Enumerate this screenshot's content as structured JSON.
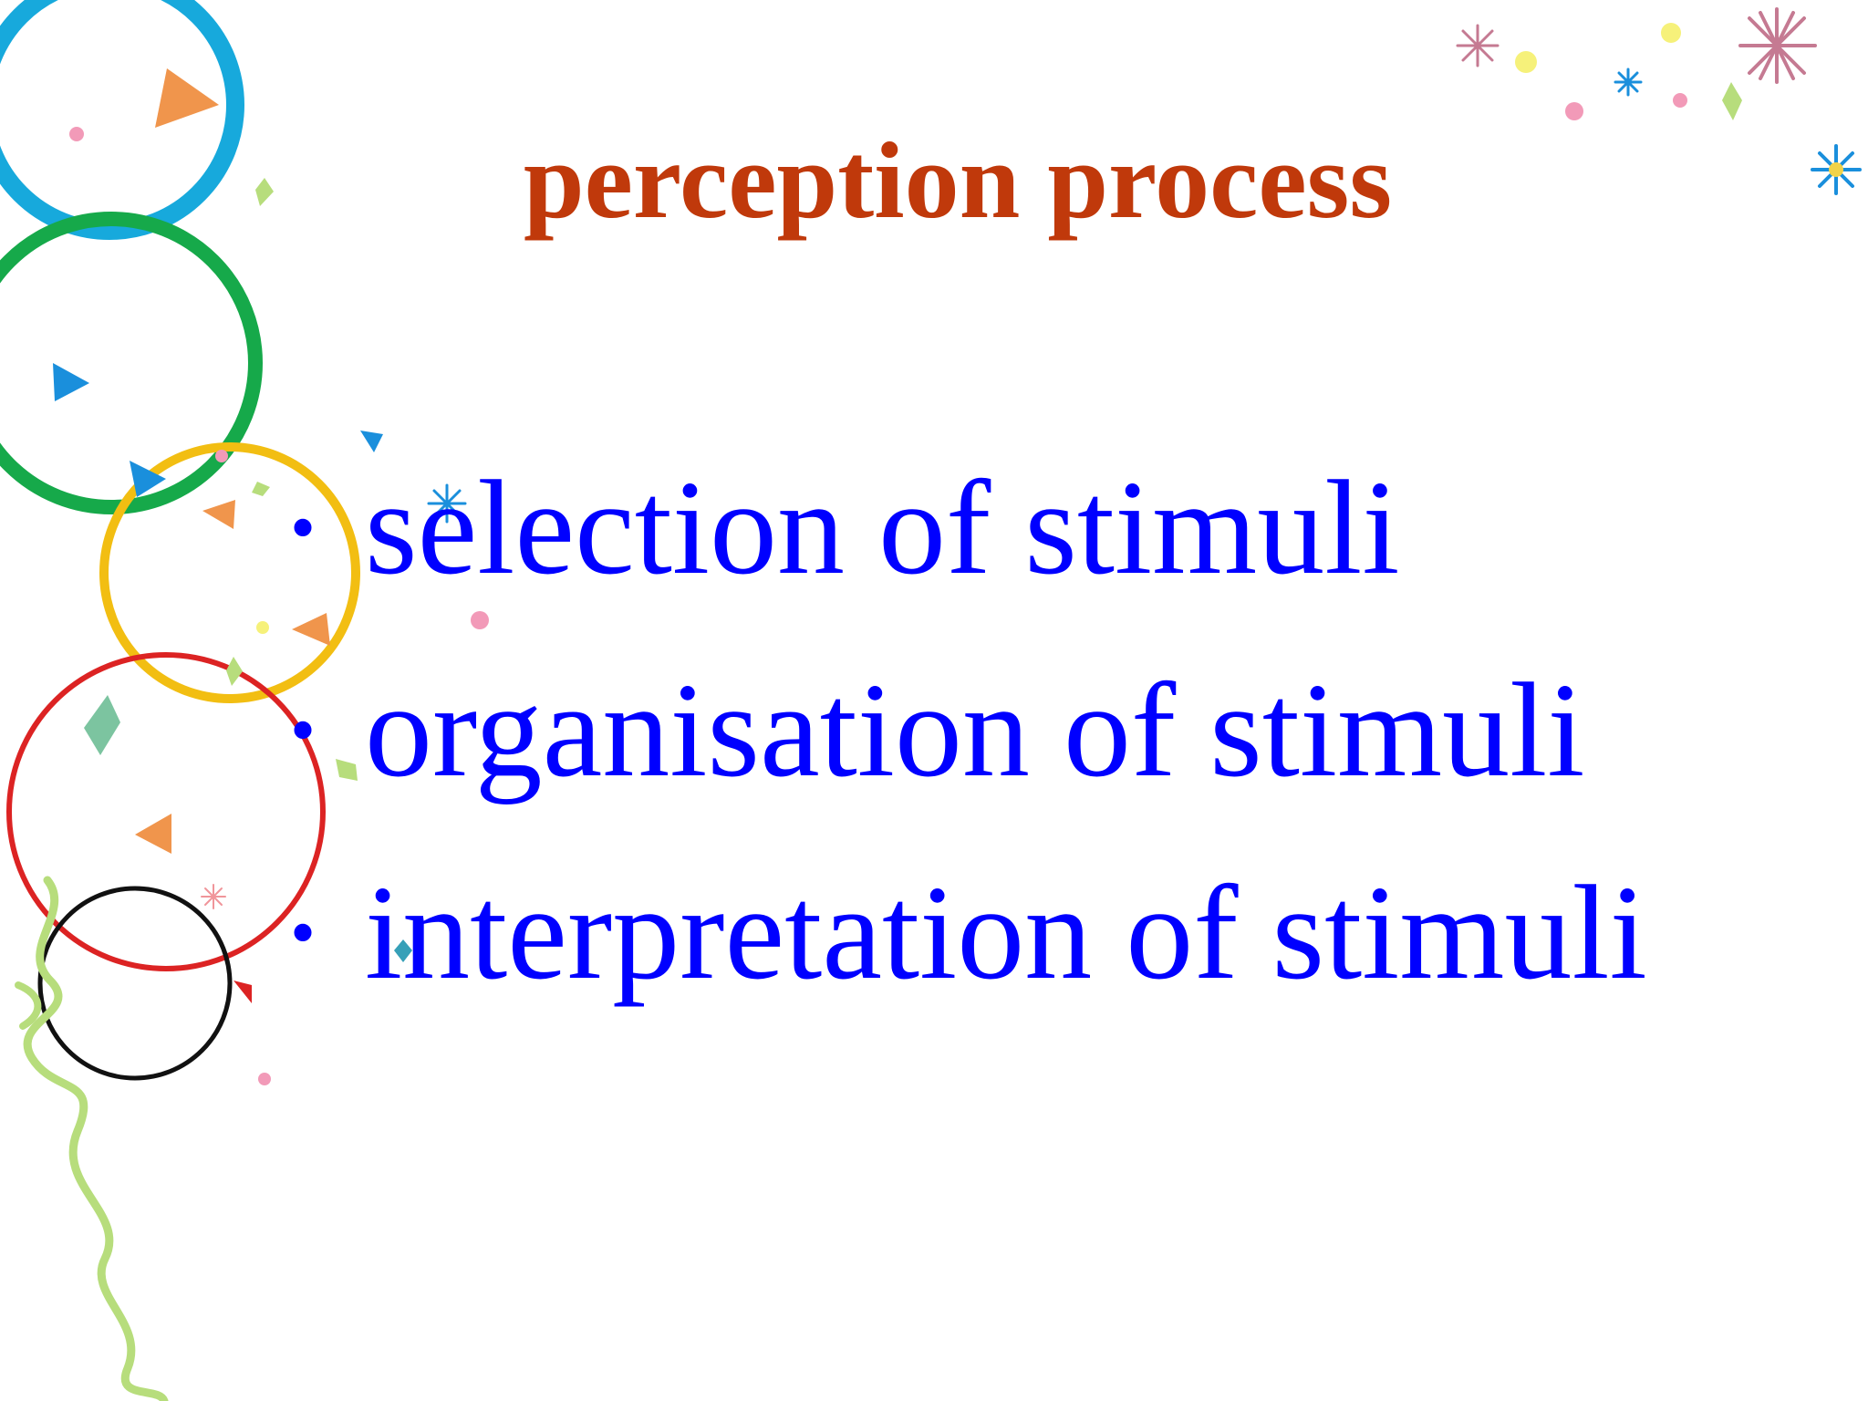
{
  "slide": {
    "title": "perception process",
    "bullets": [
      {
        "marker": "•",
        "text": "selection of stimuli"
      },
      {
        "marker": "•",
        "text": "organisation of stimuli"
      },
      {
        "marker": "•",
        "text": "interpretation of stimuli"
      }
    ]
  },
  "colors": {
    "title": "#c0390b",
    "bullet_text": "#0000ff",
    "background": "#ffffff"
  },
  "decorations": {
    "rings": [
      "cyan",
      "green",
      "yellow",
      "red",
      "black"
    ],
    "streamer": "light-green"
  }
}
